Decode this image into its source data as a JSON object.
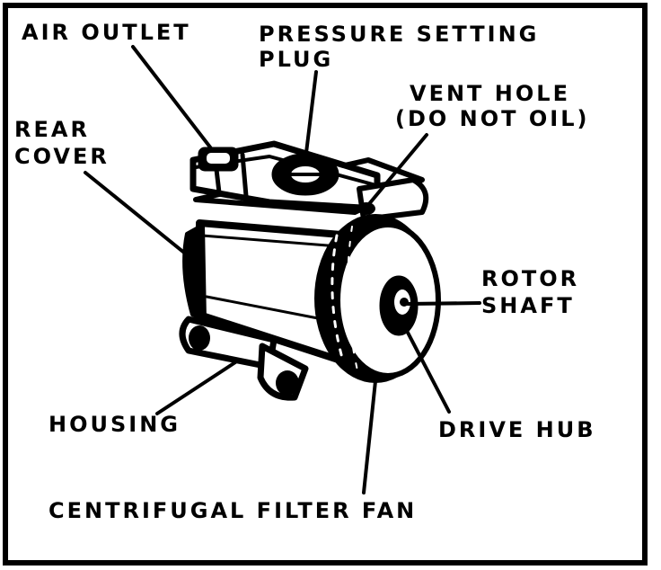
{
  "diagram": {
    "labels": {
      "air_outlet": "AIR OUTLET",
      "pressure_setting_1": "PRESSURE SETTING",
      "pressure_setting_2": "PLUG",
      "vent_hole_1": "VENT HOLE",
      "vent_hole_2": "(DO NOT OIL)",
      "rear_cover_1": "REAR",
      "rear_cover_2": "COVER",
      "rotor_shaft_1": "ROTOR",
      "rotor_shaft_2": "SHAFT",
      "housing": "HOUSING",
      "drive_hub": "DRIVE HUB",
      "centrifugal_filter_fan": "CENTRIFUGAL FILTER FAN"
    }
  }
}
